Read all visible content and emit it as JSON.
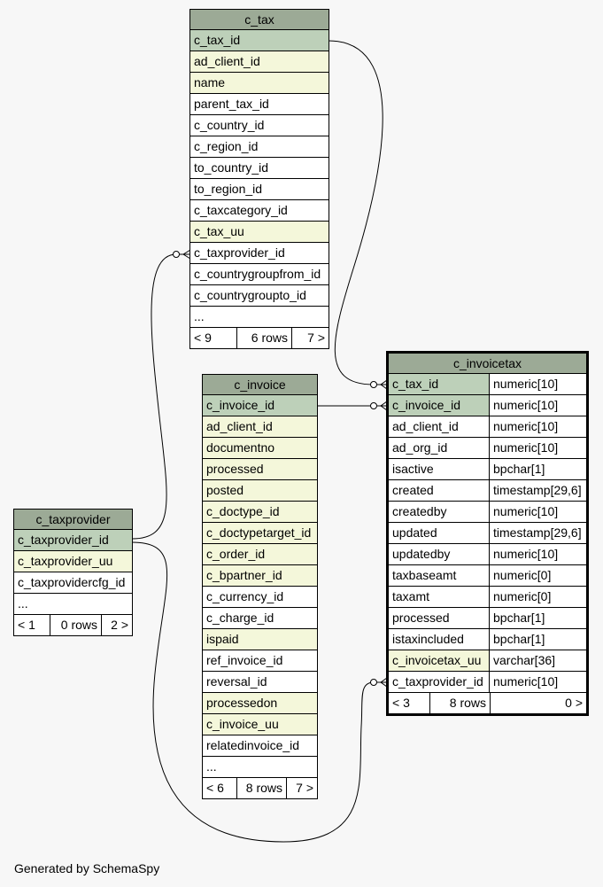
{
  "tables": {
    "c_tax": {
      "title": "c_tax",
      "rows": [
        {
          "name": "c_tax_id",
          "kind": "pk"
        },
        {
          "name": "ad_client_id",
          "kind": "idx"
        },
        {
          "name": "name",
          "kind": "idx"
        },
        {
          "name": "parent_tax_id",
          "kind": ""
        },
        {
          "name": "c_country_id",
          "kind": ""
        },
        {
          "name": "c_region_id",
          "kind": ""
        },
        {
          "name": "to_country_id",
          "kind": ""
        },
        {
          "name": "to_region_id",
          "kind": ""
        },
        {
          "name": "c_taxcategory_id",
          "kind": ""
        },
        {
          "name": "c_tax_uu",
          "kind": "idx"
        },
        {
          "name": "c_taxprovider_id",
          "kind": ""
        },
        {
          "name": "c_countrygroupfrom_id",
          "kind": ""
        },
        {
          "name": "c_countrygroupto_id",
          "kind": ""
        },
        {
          "name": "...",
          "kind": ""
        }
      ],
      "footer": [
        "< 9",
        "6 rows",
        "7 >"
      ]
    },
    "c_invoice": {
      "title": "c_invoice",
      "rows": [
        {
          "name": "c_invoice_id",
          "kind": "pk"
        },
        {
          "name": "ad_client_id",
          "kind": "idx"
        },
        {
          "name": "documentno",
          "kind": "idx"
        },
        {
          "name": "processed",
          "kind": "idx"
        },
        {
          "name": "posted",
          "kind": "idx"
        },
        {
          "name": "c_doctype_id",
          "kind": "idx"
        },
        {
          "name": "c_doctypetarget_id",
          "kind": "idx"
        },
        {
          "name": "c_order_id",
          "kind": "idx"
        },
        {
          "name": "c_bpartner_id",
          "kind": "idx"
        },
        {
          "name": "c_currency_id",
          "kind": ""
        },
        {
          "name": "c_charge_id",
          "kind": ""
        },
        {
          "name": "ispaid",
          "kind": "idx"
        },
        {
          "name": "ref_invoice_id",
          "kind": ""
        },
        {
          "name": "reversal_id",
          "kind": ""
        },
        {
          "name": "processedon",
          "kind": "idx"
        },
        {
          "name": "c_invoice_uu",
          "kind": "idx"
        },
        {
          "name": "relatedinvoice_id",
          "kind": ""
        },
        {
          "name": "...",
          "kind": ""
        }
      ],
      "footer": [
        "< 6",
        "8 rows",
        "7 >"
      ]
    },
    "c_taxprovider": {
      "title": "c_taxprovider",
      "rows": [
        {
          "name": "c_taxprovider_id",
          "kind": "pk"
        },
        {
          "name": "c_taxprovider_uu",
          "kind": "idx"
        },
        {
          "name": "c_taxprovidercfg_id",
          "kind": ""
        },
        {
          "name": "...",
          "kind": ""
        }
      ],
      "footer": [
        "< 1",
        "0 rows",
        "2 >"
      ]
    },
    "c_invoicetax": {
      "title": "c_invoicetax",
      "rows": [
        {
          "name": "c_tax_id",
          "type": "numeric[10]",
          "kind": "pk"
        },
        {
          "name": "c_invoice_id",
          "type": "numeric[10]",
          "kind": "pk"
        },
        {
          "name": "ad_client_id",
          "type": "numeric[10]",
          "kind": ""
        },
        {
          "name": "ad_org_id",
          "type": "numeric[10]",
          "kind": ""
        },
        {
          "name": "isactive",
          "type": "bpchar[1]",
          "kind": ""
        },
        {
          "name": "created",
          "type": "timestamp[29,6]",
          "kind": ""
        },
        {
          "name": "createdby",
          "type": "numeric[10]",
          "kind": ""
        },
        {
          "name": "updated",
          "type": "timestamp[29,6]",
          "kind": ""
        },
        {
          "name": "updatedby",
          "type": "numeric[10]",
          "kind": ""
        },
        {
          "name": "taxbaseamt",
          "type": "numeric[0]",
          "kind": ""
        },
        {
          "name": "taxamt",
          "type": "numeric[0]",
          "kind": ""
        },
        {
          "name": "processed",
          "type": "bpchar[1]",
          "kind": ""
        },
        {
          "name": "istaxincluded",
          "type": "bpchar[1]",
          "kind": ""
        },
        {
          "name": "c_invoicetax_uu",
          "type": "varchar[36]",
          "kind": "idx"
        },
        {
          "name": "c_taxprovider_id",
          "type": "numeric[10]",
          "kind": ""
        }
      ],
      "footer": [
        "< 3",
        "8 rows",
        "0 >"
      ]
    }
  },
  "colors": {
    "header": "#9caa96",
    "primary_key_row": "#bdd0b9",
    "indexed_row": "#f4f7da",
    "background": "#f7f7f7"
  },
  "generated_by": "Generated by SchemaSpy"
}
